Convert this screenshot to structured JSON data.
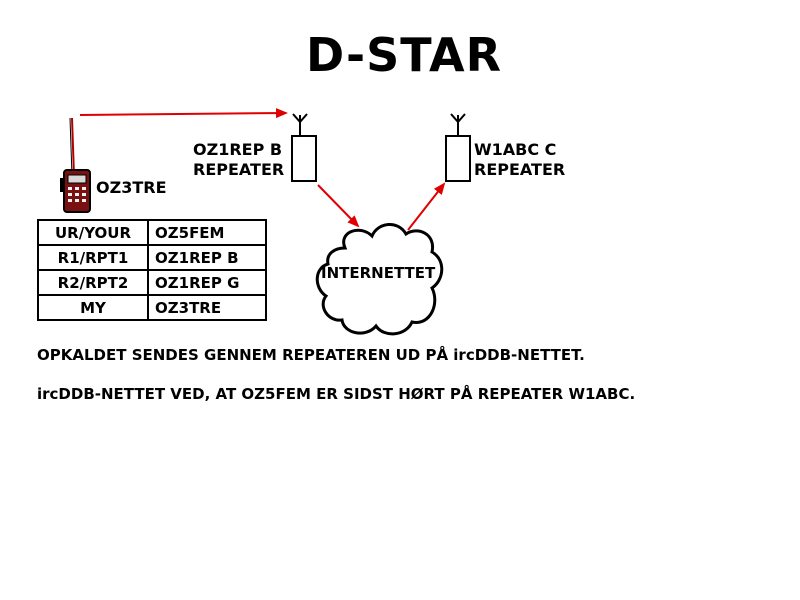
{
  "title": "D-STAR",
  "radio": {
    "callsign": "OZ3TRE"
  },
  "repeater_left": {
    "line1": "OZ1REP B",
    "line2": "REPEATER"
  },
  "repeater_right": {
    "line1": "W1ABC C",
    "line2": "REPEATER"
  },
  "cloud": {
    "label": "INTERNETTET"
  },
  "routing_table": [
    {
      "key": "UR/YOUR",
      "value": "OZ5FEM"
    },
    {
      "key": "R1/RPT1",
      "value": "OZ1REP B"
    },
    {
      "key": "R2/RPT2",
      "value": "OZ1REP G"
    },
    {
      "key": "MY",
      "value": "OZ3TRE"
    }
  ],
  "description": {
    "line1": "OPKALDET SENDES GENNEM REPEATEREN UD PÅ ircDDB-NETTET.",
    "line2": "ircDDB-NETTET VED, AT OZ5FEM ER SIDST HØRT PÅ REPEATER W1ABC."
  },
  "colors": {
    "arrow": "#e00000",
    "ink": "#000000"
  }
}
